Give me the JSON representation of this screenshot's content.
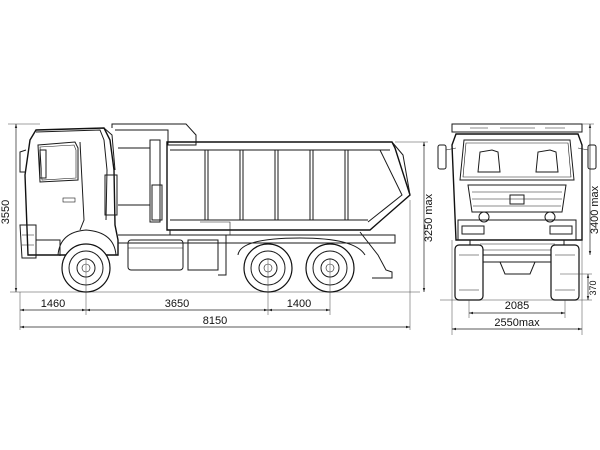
{
  "drawing": {
    "dimensions": {
      "front_overhang": "1460",
      "wheelbase": "3650",
      "tandem_spacing": "1400",
      "overall_length": "8150",
      "overall_height": "3550",
      "body_height": "3250 max",
      "rear_height": "3400 max",
      "track": "2085",
      "overall_width": "2550max",
      "ground_clearance": "370"
    },
    "colors": {
      "line": "#1a1a1a",
      "background": "#ffffff"
    }
  }
}
